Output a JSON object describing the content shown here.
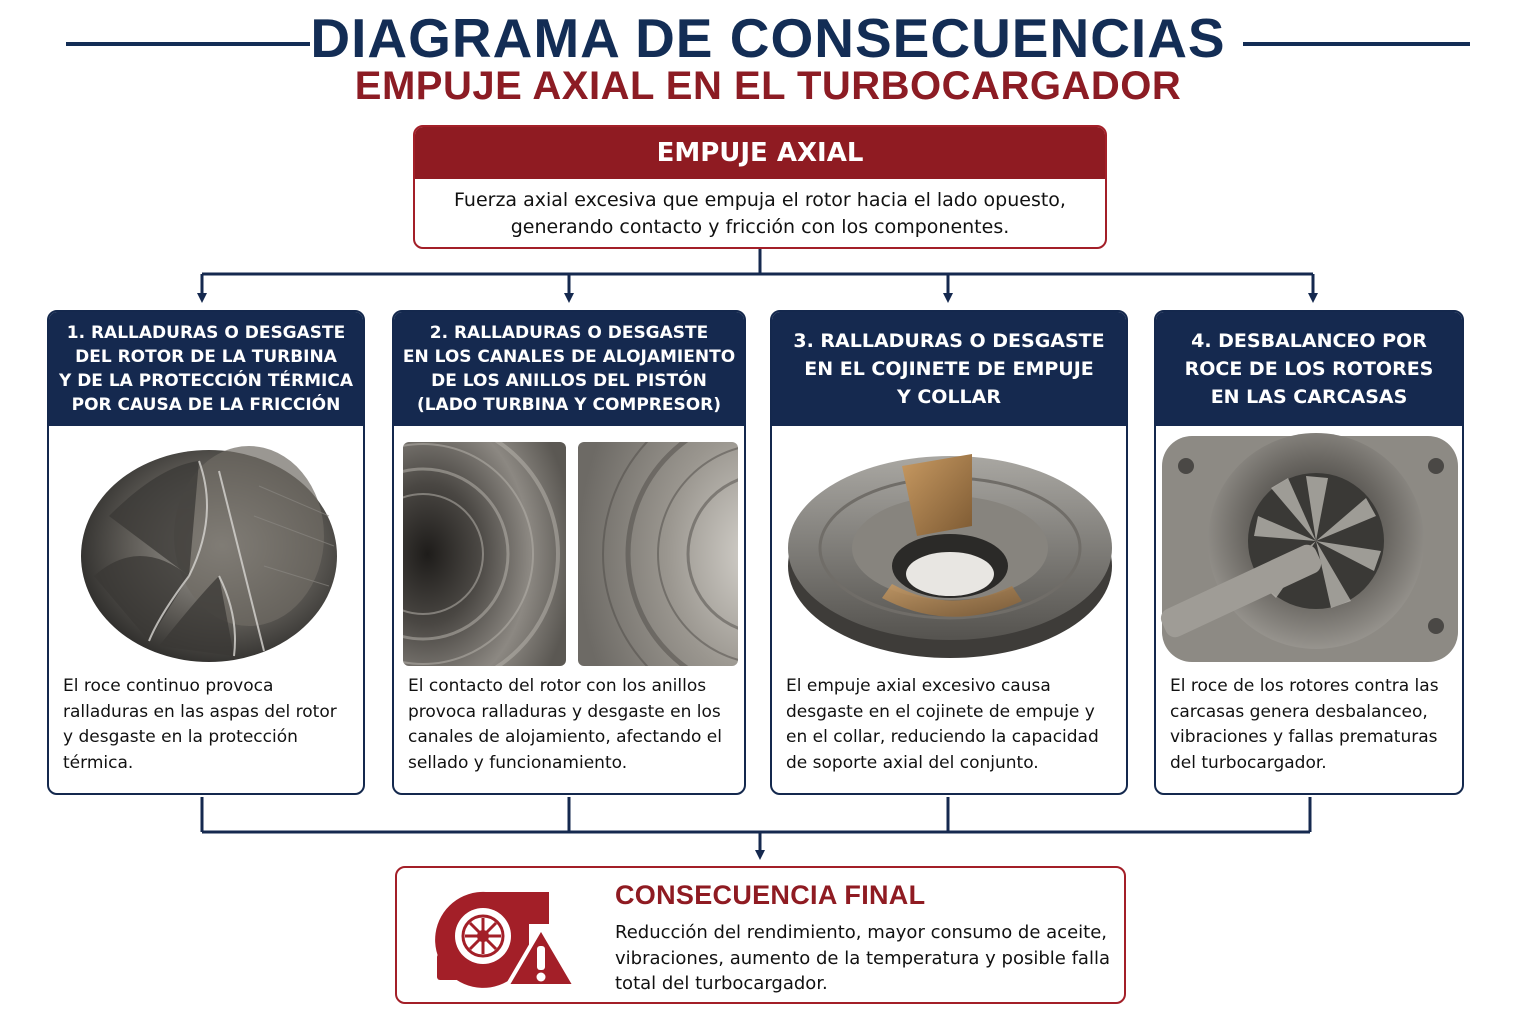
{
  "header": {
    "title": "DIAGRAMA DE CONSECUENCIAS",
    "subtitle": "EMPUJE AXIAL EN EL TURBOCARGADOR"
  },
  "cause": {
    "title": "EMPUJE AXIAL",
    "desc_lines": [
      "Fuerza axial excesiva que empuja el rotor hacia el lado opuesto,",
      "generando contacto y fricción con los componentes."
    ]
  },
  "effects": [
    {
      "title_lines": [
        "1. RALLADURAS O DESGASTE",
        "DEL ROTOR DE LA TURBINA",
        "Y DE LA PROTECCIÓN TÉRMICA",
        "POR CAUSA DE LA FRICCIÓN"
      ],
      "desc": "El roce continuo provoca ralladuras en las aspas del rotor y desgaste en la protección térmica."
    },
    {
      "title_lines": [
        "2. RALLADURAS O DESGASTE",
        "EN LOS CANALES DE ALOJAMIENTO",
        "DE LOS ANILLOS DEL PISTÓN",
        "(LADO TURBINA Y COMPRESOR)"
      ],
      "desc": "El contacto del rotor con los anillos provoca ralladuras y desgaste en los canales de alojamiento, afectando el sellado y funcionamiento."
    },
    {
      "title_lines": [
        "3. RALLADURAS O DESGASTE",
        "EN EL COJINETE DE EMPUJE",
        "Y COLLAR"
      ],
      "desc": "El empuje axial excesivo causa desgaste en el cojinete de empuje y en el collar, reduciendo la capacidad de soporte axial del conjunto."
    },
    {
      "title_lines": [
        "4. DESBALANCEO POR",
        "ROCE DE LOS ROTORES",
        "EN LAS CARCASAS"
      ],
      "desc": "El roce de los rotores contra las carcasas genera desbalanceo, vibraciones y fallas prematuras del turbocargador."
    }
  ],
  "final": {
    "title": "CONSECUENCIA FINAL",
    "desc": "Reducción del rendimiento, mayor consumo de aceite, vibraciones, aumento de la temperatura y posible falla total del turbocargador.",
    "icons": [
      "turbocharger-icon",
      "warning-icon"
    ]
  },
  "colors": {
    "navy": "#15294f",
    "red": "#8f1b22"
  }
}
